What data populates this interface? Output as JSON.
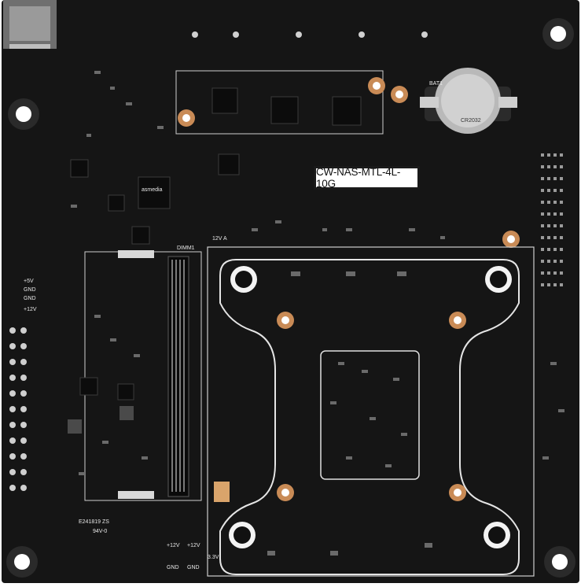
{
  "board": {
    "model_label": "CW-NAS-MTL-4L-10G",
    "silkscreen": {
      "dimm_top": "DIMM1",
      "battery": "BAT1",
      "battery_cell": "CR2032",
      "pwr_top": "12V A",
      "pwr_left_1": "+5V",
      "pwr_left_2": "GND",
      "pwr_left_3": "GND",
      "pwr_left_4": "+12V",
      "cert": "E241819 ZS",
      "cert2": "94V-0",
      "bottom_left_1": "+12V",
      "bottom_left_2": "+12V",
      "bottom_left_3": "GND",
      "bottom_left_4": "GND",
      "bottom_mid": "3.3V",
      "chip_brand": "asmedia"
    },
    "colors": {
      "pcb": "#151515",
      "copper": "#c98b56",
      "silkscreen": "#dcdcdc",
      "label_bg": "#ffffff"
    }
  }
}
